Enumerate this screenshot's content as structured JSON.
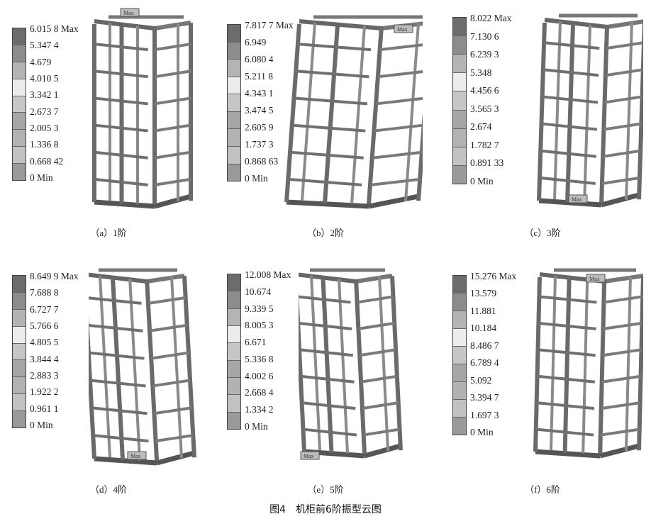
{
  "figure_title": "图4　机柜前6阶振型云图",
  "max_tag": "Max",
  "legend_colors": [
    "#6c6c6c",
    "#8c8c8c",
    "#b4b4b4",
    "#ececec",
    "#c6c6c6",
    "#a6a6a6",
    "#b2b2b2",
    "#c2c2c2",
    "#9a9a9a",
    "#5c5c5c"
  ],
  "panels": [
    {
      "caption": "（a）1阶",
      "labels": [
        "6.015 8 Max",
        "5.347 4",
        "4.679",
        "4.010 5",
        "3.342 1",
        "2.673 7",
        "2.005 3",
        "1.336 8",
        "0.668 42",
        "0 Min"
      ]
    },
    {
      "caption": "（b）2阶",
      "labels": [
        "7.817 7 Max",
        "6.949",
        "6.080 4",
        "5.211 8",
        "4.343 1",
        "3.474 5",
        "2.605 9",
        "1.737 3",
        "0.868 63",
        "0 Min"
      ]
    },
    {
      "caption": "（c）3阶",
      "labels": [
        "8.022 Max",
        "7.130 6",
        "6.239 3",
        "5.348",
        "4.456 6",
        "3.565 3",
        "2.674",
        "1.782 7",
        "0.891 33",
        "0 Min"
      ]
    },
    {
      "caption": "（d）4阶",
      "labels": [
        "8.649 9 Max",
        "7.688 8",
        "6.727 7",
        "5.766 6",
        "4.805 5",
        "3.844 4",
        "2.883 3",
        "1.922 2",
        "0.961 1",
        "0 Min"
      ]
    },
    {
      "caption": "（e）5阶",
      "labels": [
        "12.008 Max",
        "10.674",
        "9.339 5",
        "8.005 3",
        "6.671",
        "5.336 8",
        "4.002 6",
        "2.668 4",
        "1.334 2",
        "0 Min"
      ]
    },
    {
      "caption": "（f）6阶",
      "labels": [
        "15.276 Max",
        "13.579",
        "11.881",
        "10.184",
        "8.486 7",
        "6.789 4",
        "5.092",
        "3.394 7",
        "1.697 3",
        "0 Min"
      ]
    }
  ]
}
